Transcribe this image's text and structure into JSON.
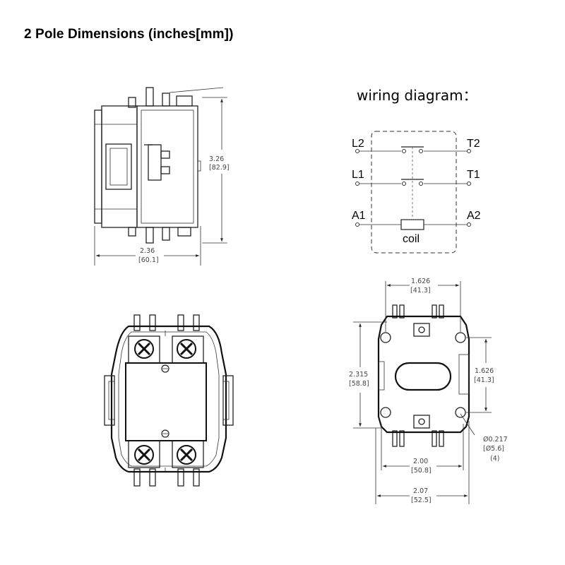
{
  "title": "2 Pole Dimensions (inches[mm])",
  "wiring": {
    "title": "wiring diagram：",
    "terminals": {
      "l2": "L2",
      "t2": "T2",
      "l1": "L1",
      "t1": "T1",
      "a1": "A1",
      "a2": "A2"
    },
    "coil": "coil"
  },
  "side_view": {
    "height_in": "3.26",
    "height_mm": "[82.9]",
    "width_in": "2.36",
    "width_mm": "[60.1]"
  },
  "mount_view": {
    "top_in": "1.626",
    "top_mm": "[41.3]",
    "left_in": "2.315",
    "left_mm": "[58.8]",
    "right_in": "1.626",
    "right_mm": "[41.3]",
    "hole_in": "Ø0.217",
    "hole_mm": "[Ø5.6]",
    "hole_count": "(4)",
    "inner_in": "2.00",
    "inner_mm": "[50.8]",
    "outer_in": "2.07",
    "outer_mm": "[52.5]"
  }
}
